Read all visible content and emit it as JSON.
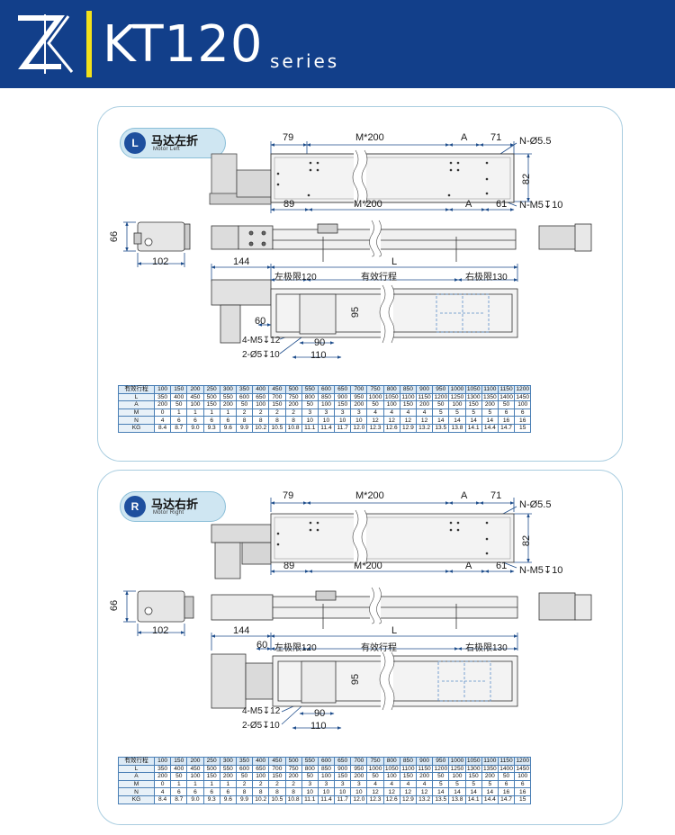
{
  "header": {
    "brand_logo": "ZK",
    "title": "KT120",
    "subtitle": "series",
    "bar_color": "#f2e11a",
    "background": "#123f8a"
  },
  "panels": [
    {
      "badge": {
        "letter": "L",
        "title": "马达左折",
        "subtitle": "Motor Left"
      },
      "dims": {
        "top_79": "79",
        "top_m200": "M*200",
        "top_a": "A",
        "top_71": "71",
        "hole_dia": "N-Ø5.5",
        "height_82": "82",
        "bot_89": "89",
        "bot_m200": "M*200",
        "bot_a": "A",
        "bot_61": "61",
        "tap": "N-M5↧10",
        "side_66": "66",
        "side_102": "102",
        "plan_144": "144",
        "plan_L": "L",
        "left_limit": "左极限120",
        "stroke": "有效行程",
        "right_limit": "右极限130",
        "plan_60": "60",
        "plan_95": "95",
        "carriage_tap": "4-M5↧12",
        "carriage_pin": "2-Ø5↧10",
        "plan_90": "90",
        "plan_110": "110"
      },
      "table": {
        "row_headers": [
          "有效行程",
          "L",
          "A",
          "M",
          "N",
          "KG"
        ],
        "rows": [
          [
            "100",
            "150",
            "200",
            "250",
            "300",
            "350",
            "400",
            "450",
            "500",
            "550",
            "600",
            "650",
            "700",
            "750",
            "800",
            "850",
            "900",
            "950",
            "1000",
            "1050",
            "1100",
            "1150",
            "1200"
          ],
          [
            "350",
            "400",
            "450",
            "500",
            "550",
            "600",
            "650",
            "700",
            "750",
            "800",
            "850",
            "900",
            "950",
            "1000",
            "1050",
            "1100",
            "1150",
            "1200",
            "1250",
            "1300",
            "1350",
            "1400",
            "1450"
          ],
          [
            "200",
            "50",
            "100",
            "150",
            "200",
            "50",
            "100",
            "150",
            "200",
            "50",
            "100",
            "150",
            "200",
            "50",
            "100",
            "150",
            "200",
            "50",
            "100",
            "150",
            "200",
            "50",
            "100"
          ],
          [
            "0",
            "1",
            "1",
            "1",
            "1",
            "2",
            "2",
            "2",
            "2",
            "3",
            "3",
            "3",
            "3",
            "4",
            "4",
            "4",
            "4",
            "5",
            "5",
            "5",
            "5",
            "6",
            "6"
          ],
          [
            "4",
            "6",
            "6",
            "6",
            "6",
            "8",
            "8",
            "8",
            "8",
            "10",
            "10",
            "10",
            "10",
            "12",
            "12",
            "12",
            "12",
            "14",
            "14",
            "14",
            "14",
            "16",
            "16"
          ],
          [
            "8.4",
            "8.7",
            "9.0",
            "9.3",
            "9.6",
            "9.9",
            "10.2",
            "10.5",
            "10.8",
            "11.1",
            "11.4",
            "11.7",
            "12.0",
            "12.3",
            "12.6",
            "12.9",
            "13.2",
            "13.5",
            "13.8",
            "14.1",
            "14.4",
            "14.7",
            "15"
          ]
        ]
      }
    },
    {
      "badge": {
        "letter": "R",
        "title": "马达右折",
        "subtitle": "Motor Right"
      },
      "dims": {
        "top_79": "79",
        "top_m200": "M*200",
        "top_a": "A",
        "top_71": "71",
        "hole_dia": "N-Ø5.5",
        "height_82": "82",
        "bot_89": "89",
        "bot_m200": "M*200",
        "bot_a": "A",
        "bot_61": "61",
        "tap": "N-M5↧10",
        "side_66": "66",
        "side_102": "102",
        "plan_144": "144",
        "plan_L": "L",
        "left_limit": "左极限120",
        "stroke": "有效行程",
        "right_limit": "右极限130",
        "plan_60": "60",
        "plan_95": "95",
        "carriage_tap": "4-M5↧12",
        "carriage_pin": "2-Ø5↧10",
        "plan_90": "90",
        "plan_110": "110"
      },
      "table": {
        "row_headers": [
          "有效行程",
          "L",
          "A",
          "M",
          "N",
          "KG"
        ],
        "rows": [
          [
            "100",
            "150",
            "200",
            "250",
            "300",
            "350",
            "400",
            "450",
            "500",
            "550",
            "600",
            "650",
            "700",
            "750",
            "800",
            "850",
            "900",
            "950",
            "1000",
            "1050",
            "1100",
            "1150",
            "1200"
          ],
          [
            "350",
            "400",
            "450",
            "500",
            "550",
            "600",
            "650",
            "700",
            "750",
            "800",
            "850",
            "900",
            "950",
            "1000",
            "1050",
            "1100",
            "1150",
            "1200",
            "1250",
            "1300",
            "1350",
            "1400",
            "1450"
          ],
          [
            "200",
            "50",
            "100",
            "150",
            "200",
            "50",
            "100",
            "150",
            "200",
            "50",
            "100",
            "150",
            "200",
            "50",
            "100",
            "150",
            "200",
            "50",
            "100",
            "150",
            "200",
            "50",
            "100"
          ],
          [
            "0",
            "1",
            "1",
            "1",
            "1",
            "2",
            "2",
            "2",
            "2",
            "3",
            "3",
            "3",
            "3",
            "4",
            "4",
            "4",
            "4",
            "5",
            "5",
            "5",
            "5",
            "6",
            "6"
          ],
          [
            "4",
            "6",
            "6",
            "6",
            "6",
            "8",
            "8",
            "8",
            "8",
            "10",
            "10",
            "10",
            "10",
            "12",
            "12",
            "12",
            "12",
            "14",
            "14",
            "14",
            "14",
            "16",
            "16"
          ],
          [
            "8.4",
            "8.7",
            "9.0",
            "9.3",
            "9.6",
            "9.9",
            "10.2",
            "10.5",
            "10.8",
            "11.1",
            "11.4",
            "11.7",
            "12.0",
            "12.3",
            "12.6",
            "12.9",
            "13.2",
            "13.5",
            "13.8",
            "14.1",
            "14.4",
            "14.7",
            "15"
          ]
        ]
      }
    }
  ]
}
